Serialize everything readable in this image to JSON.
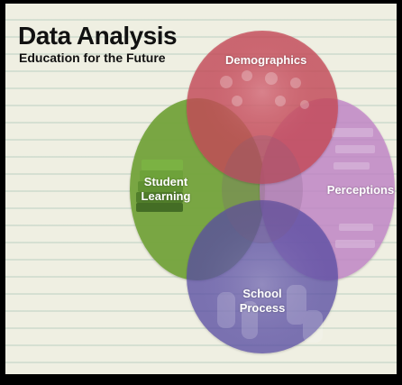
{
  "slide": {
    "title": "Data Analysis",
    "subtitle": "Education for the Future"
  },
  "venn": {
    "circles": [
      {
        "id": "demographics",
        "label": "Demographics",
        "color": "#c64b5a"
      },
      {
        "id": "perceptions",
        "label": "Perceptions",
        "color": "#c387c8"
      },
      {
        "id": "student-learning",
        "label_line1": "Student",
        "label_line2": "Learning",
        "color": "#73a33b"
      },
      {
        "id": "school-process",
        "label_line1": "School",
        "label_line2": "Process",
        "color": "#5c4ea6"
      }
    ]
  },
  "colors": {
    "paper": "#efefe2",
    "rule": "#87aa9e"
  }
}
